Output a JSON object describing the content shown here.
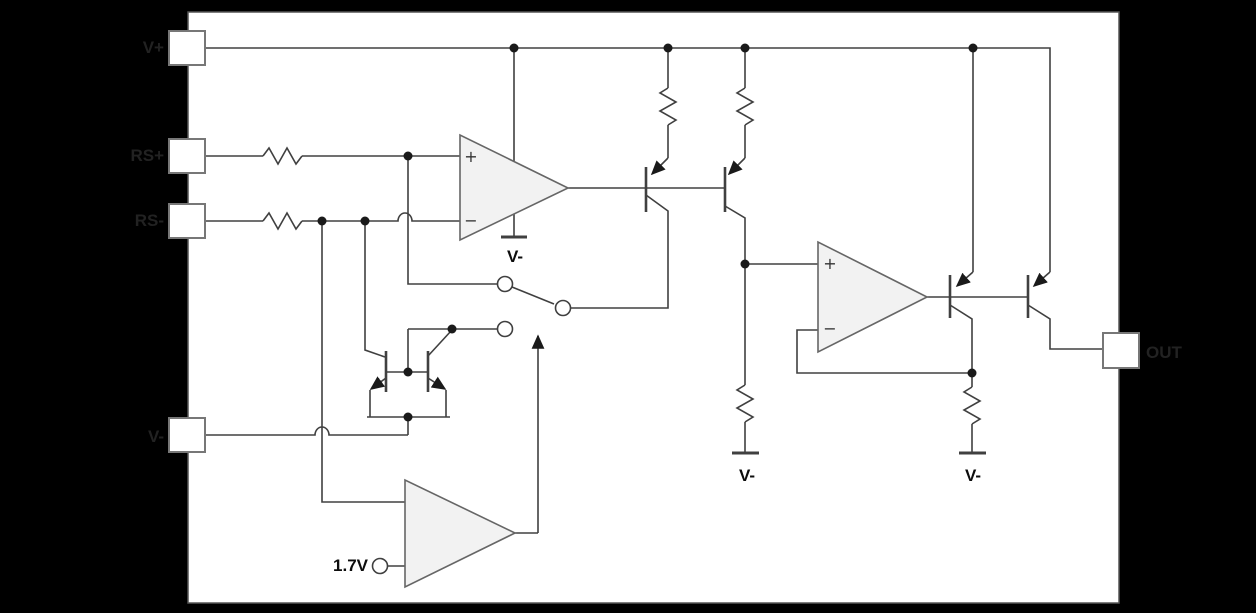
{
  "colors": {
    "background": "#000000",
    "canvas": "#ffffff",
    "canvas_border": "#555555",
    "wire": "#404040",
    "component_fill": "#f2f2f2",
    "component_stroke": "#666666",
    "pin_fill": "#ffffff",
    "pin_stroke": "#777777",
    "junction": "#1a1a1a",
    "hidden_label": "#222222",
    "label": "#0d0d0d"
  },
  "pins": {
    "v_plus": {
      "label": "V+"
    },
    "rs_plus": {
      "label": "RS+"
    },
    "rs_minus": {
      "label": "RS-"
    },
    "v_minus": {
      "label": "V-"
    },
    "out": {
      "label": "OUT"
    }
  },
  "labels": {
    "opamp1_rail": "V-",
    "mid_rail": "V-",
    "output_rail": "V-",
    "reference": "1.7V"
  },
  "opamp1": {
    "noninverting": "+",
    "inverting": "−"
  },
  "opamp2": {
    "noninverting": "+",
    "inverting": "−"
  }
}
